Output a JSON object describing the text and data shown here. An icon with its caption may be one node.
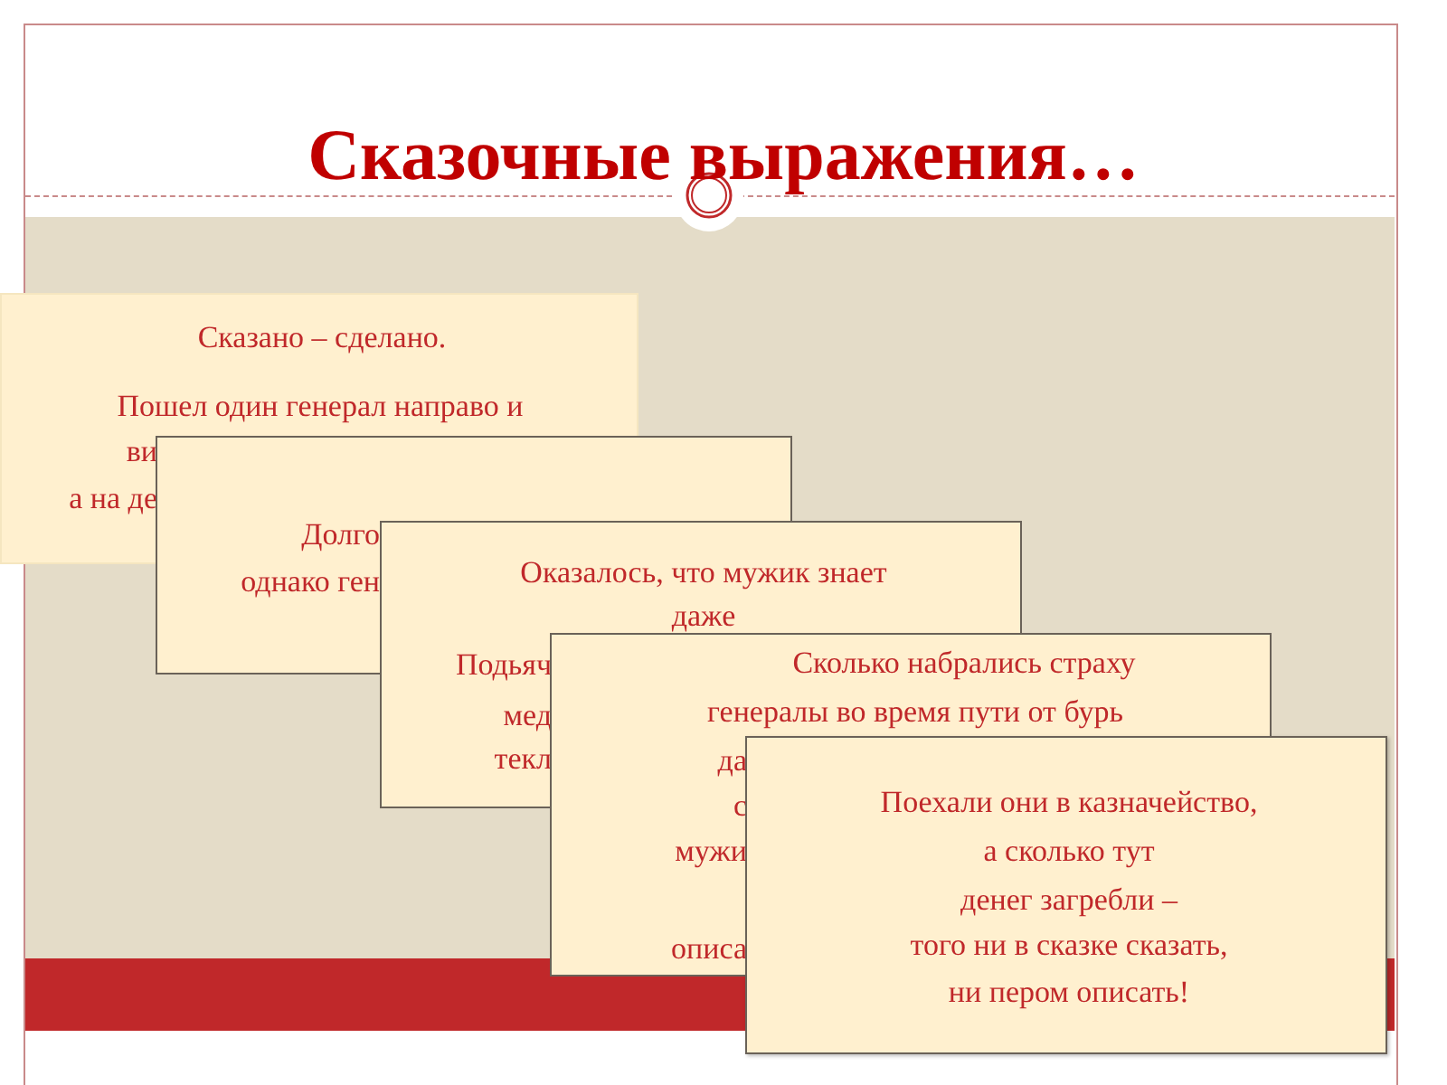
{
  "diagram": {
    "title": "Сказочные выражения…",
    "nodes": [
      {
        "text": [
          "Сказано – сделано.",
          "Пошел один генерал направо и",
          "ви",
          "а на де"
        ]
      },
      {
        "text": [
          "Долго",
          "однако ген"
        ]
      },
      {
        "text": [
          "Оказалось, что мужик знает",
          "даже",
          "Подьяч",
          "мед",
          "текл"
        ]
      },
      {
        "text": [
          "Сколько набрались страху",
          "генералы во время пути от бурь",
          "да",
          "с",
          "мужи",
          "описа"
        ]
      },
      {
        "text": [
          "Поехали они в казначейство,",
          "а сколько тут",
          "денег загребли –",
          "того ни в сказке сказать,",
          "ни пером описать!"
        ]
      }
    ]
  }
}
